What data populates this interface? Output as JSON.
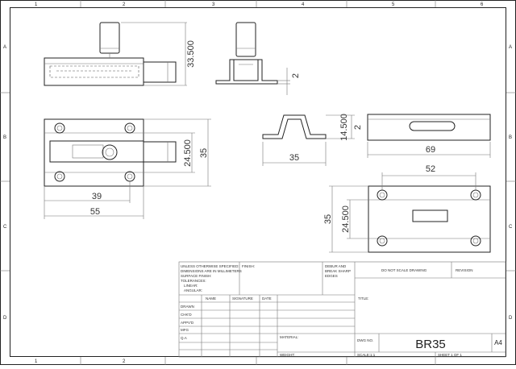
{
  "grid": {
    "columns": [
      "1",
      "2",
      "3",
      "4",
      "5",
      "6"
    ],
    "rows": [
      "A",
      "B",
      "C",
      "D"
    ]
  },
  "dimensions": {
    "top_height": "33.500",
    "top_thickness": "2",
    "front_height_outer": "35",
    "front_height_inner": "24.500",
    "front_len_short": "39",
    "front_len_long": "55",
    "channel_height": "14.500",
    "channel_thickness": "2",
    "channel_width": "35",
    "plate_length": "69",
    "keeper_hole_spacing": "52",
    "keeper_height_outer": "35",
    "keeper_height_inner": "24.500"
  },
  "title_block": {
    "notes": [
      "UNLESS OTHERWISE SPECIFIED:",
      "DIMENSIONS ARE IN MILLIMETERS",
      "SURFACE FINISH:",
      "TOLERANCES:",
      "LINEAR:",
      "ANGULAR:"
    ],
    "finish_label": "FINISH:",
    "deburr": [
      "DEBUR AND",
      "BREAK SHARP",
      "EDGES"
    ],
    "do_not_scale": "DO NOT SCALE DRAWING",
    "revision_label": "REVISION",
    "col_name": "NAME",
    "col_signature": "SIGNATURE",
    "col_date": "DATE",
    "title_label": "TITLE:",
    "rows": [
      "DRAWN",
      "CHK'D",
      "APPV'D",
      "MFG",
      "Q.A"
    ],
    "material_label": "MATERIAL:",
    "dwg_no_label": "DWG NO.",
    "dwg_no": "BR35",
    "size": "A4",
    "weight_label": "WEIGHT:",
    "scale": "SCALE:1:1",
    "sheet": "SHEET 1 OF 1"
  }
}
